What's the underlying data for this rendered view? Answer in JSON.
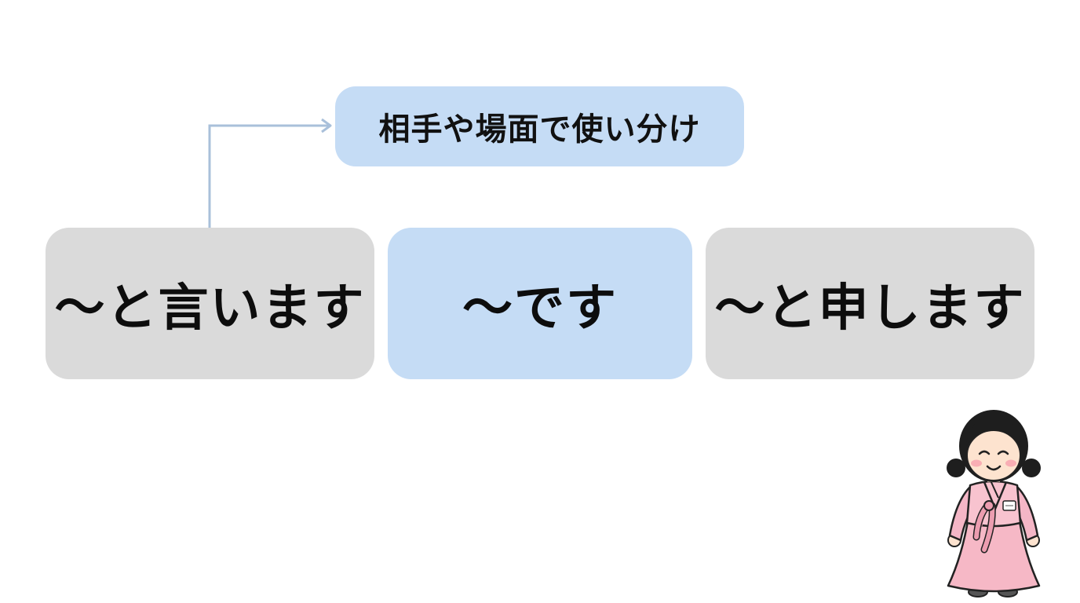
{
  "top_label": "相手や場面で使い分け",
  "boxes": [
    {
      "label": "〜と言います"
    },
    {
      "label": "〜です"
    },
    {
      "label": "〜と申します"
    }
  ],
  "colors": {
    "blue_box": "#c5dcf5",
    "gray_box": "#dadada",
    "arrow": "#a9c0da",
    "hanbok_pink": "#f4b6c6"
  },
  "icons": {
    "connector": "elbow-arrow-icon",
    "character": "hanbok-girl-illustration"
  }
}
